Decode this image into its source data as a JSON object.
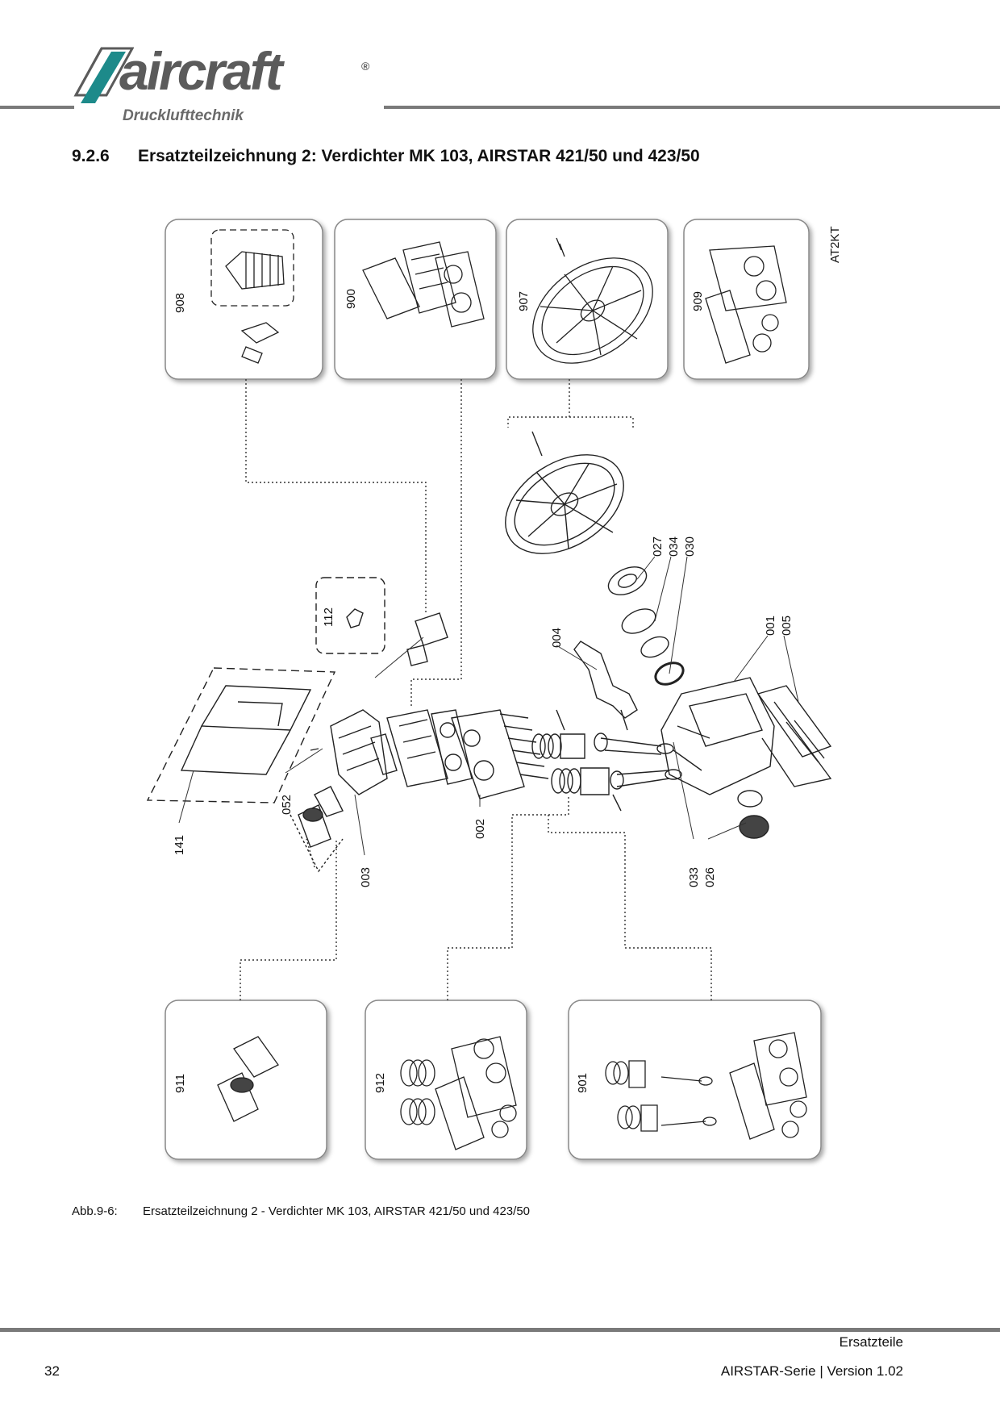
{
  "header": {
    "logo_text": "aircraft",
    "logo_registered": "®",
    "logo_tagline": "Drucklufttechnik"
  },
  "section": {
    "number": "9.2.6",
    "title": "Ersatzteilzeichnung 2: Verdichter MK 103, AIRSTAR 421/50 und 423/50"
  },
  "drawing": {
    "code": "AT2KT",
    "kits_top": [
      "908",
      "900",
      "907",
      "909"
    ],
    "kits_bottom": [
      "911",
      "912",
      "901"
    ],
    "parts": {
      "p112": "112",
      "p027": "027",
      "p034": "034",
      "p030": "030",
      "p004": "004",
      "p001": "001",
      "p005": "005",
      "p141": "141",
      "p052": "052",
      "p003": "003",
      "p002": "002",
      "p033": "033",
      "p026": "026"
    }
  },
  "caption": {
    "label": "Abb.9-6:",
    "text": "Ersatzteilzeichnung 2  - Verdichter MK 103, AIRSTAR 421/50 und 423/50"
  },
  "footer": {
    "section": "Ersatzteile",
    "page": "32",
    "series": "AIRSTAR-Serie |  Version 1.02"
  },
  "colors": {
    "brand_teal": "#1d8a8a",
    "brand_gray": "#5b5b5b",
    "rule_gray": "#7a7a7a"
  }
}
